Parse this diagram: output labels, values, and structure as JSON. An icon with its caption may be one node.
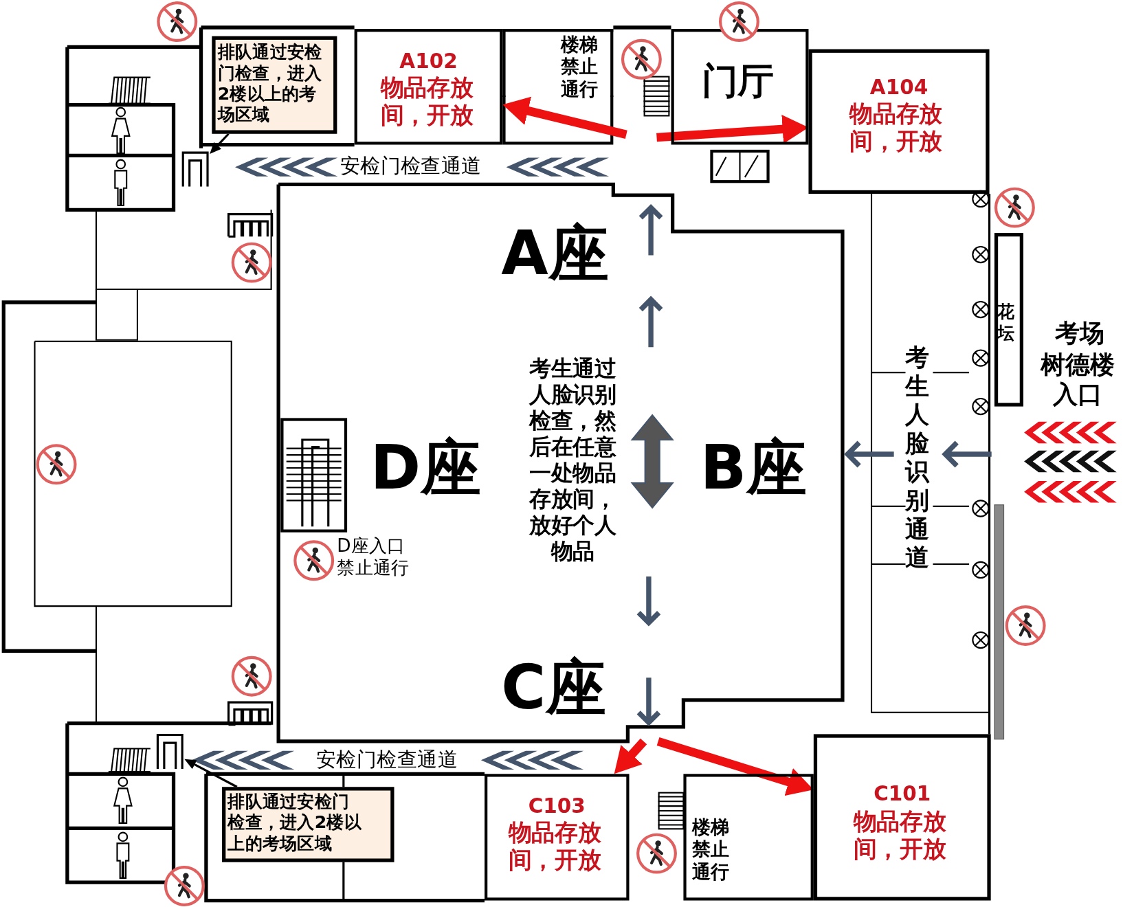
{
  "diagram": {
    "nodes": [
      {
        "text": [
          "排队通过安检门检查，进入2楼以上的考场区域"
        ]
      },
      {
        "text": [],
        "shape": "picture"
      },
      {
        "text": [
          "A102",
          "物品存放间，开放"
        ]
      },
      {
        "text": [
          "楼梯禁止通行"
        ]
      },
      {
        "text": [
          "门厅"
        ]
      },
      {
        "text": [
          "A104",
          "物品存放间，开放"
        ]
      },
      {
        "text": [
          "花坛"
        ]
      },
      {
        "text": [
          "C103",
          "物品存放间，开放"
        ]
      },
      {
        "text": [
          "楼梯禁止通行"
        ]
      },
      {
        "text": [
          "C101",
          "物品存放间，开放"
        ]
      },
      {
        "text": [
          "排队通过安检门检查，进入2楼以上的考场区域"
        ]
      },
      {
        "text": [],
        "shape": "picture"
      }
    ],
    "edges": [
      {
        "from": 0,
        "to": 1,
        "arrow": "to",
        "color": "#000000"
      },
      {
        "from": null,
        "to": 2,
        "arrow": "to"
      },
      {
        "from": null,
        "to": 5,
        "arrow": "to"
      },
      {
        "from": null,
        "to": 7,
        "arrow": "to"
      },
      {
        "from": null,
        "to": 9,
        "arrow": "to"
      },
      {
        "from": 10,
        "to": 11,
        "arrow": "to",
        "color": "#000000"
      }
    ],
    "labels": [
      "安检门检查通道",
      "A座",
      "考场",
      "树德楼入口",
      "考生人脸识别通道",
      "考生通过人脸识别检查，然后在任意一处物品存放间，放好个人物品",
      "D座",
      "B座",
      "D座入口禁止通行",
      "C座",
      "安检门检查通道"
    ]
  }
}
